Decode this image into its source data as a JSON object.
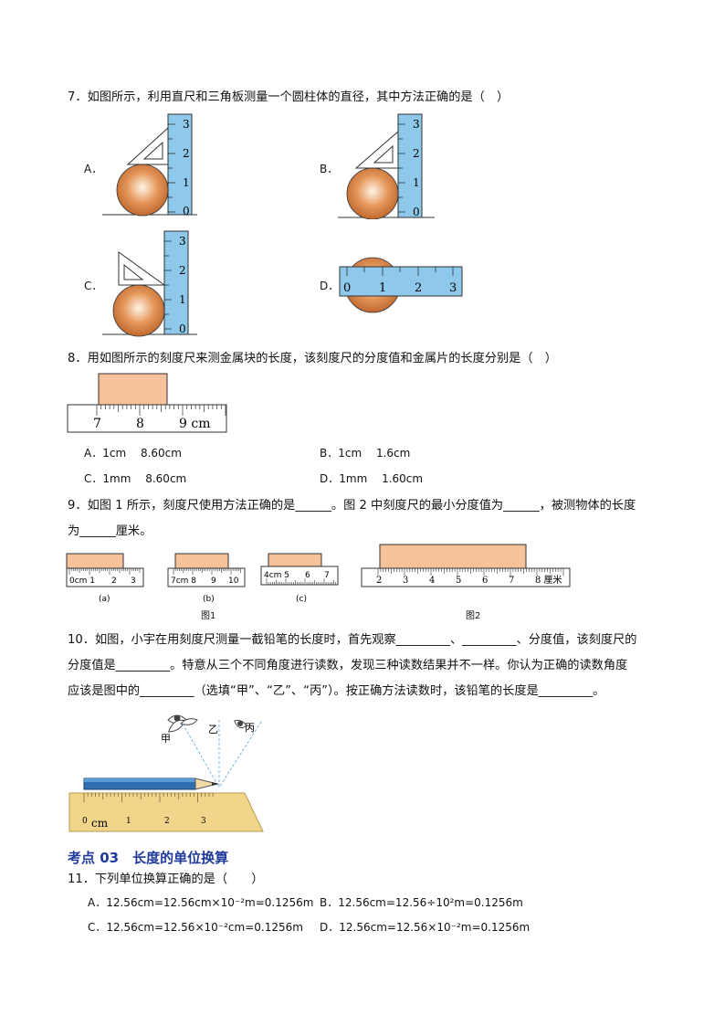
{
  "q7": {
    "stem": "7．如图所示，利用直尺和三角板测量一个圆柱体的直径，其中方法正确的是（　）",
    "options": [
      "A．",
      "B．",
      "C．",
      "D．"
    ],
    "ruler_ticks": [
      "3",
      "2",
      "1",
      "0"
    ],
    "ruler_d_ticks": [
      "0",
      "1",
      "2",
      "3"
    ]
  },
  "q8": {
    "stem": "8．用如图所示的刻度尺来测金属块的长度，该刻度尺的分度值和金属片的长度分别是（　）",
    "ruler_ticks": [
      "7",
      "8",
      "9 cm"
    ],
    "options": [
      {
        "label": "A．",
        "text": "1cm　 8.60cm"
      },
      {
        "label": "B．",
        "text": "1cm　 1.6cm"
      },
      {
        "label": "C．",
        "text": "1mm　 8.60cm"
      },
      {
        "label": "D．",
        "text": "1mm　 1.60cm"
      }
    ]
  },
  "q9": {
    "line1": "9．如图 1 所示，刻度尺使用方法正确的是______。图 2 中刻度尺的最小分度值为______，被测物体的长度",
    "line2": "为______厘米。",
    "fig_a_ticks": [
      "0cm 1",
      "2",
      "3"
    ],
    "fig_b_ticks": [
      "7cm 8",
      "9",
      "10"
    ],
    "fig_c_ticks": [
      "4cm 5",
      "6",
      "7"
    ],
    "fig2_ticks": [
      "2",
      "3",
      "4",
      "5",
      "6",
      "7",
      "8 厘米"
    ],
    "cap_a": "(a)",
    "cap_b": "(b)",
    "cap_c": "(c)",
    "fig1": "图1",
    "fig2": "图2"
  },
  "q10": {
    "line1": "10．如图，小宇在用刻度尺测量一截铅笔的长度时，首先观察_________、_________、分度值，该刻度尺的",
    "line2": "分度值是_________。特意从三个不同角度进行读数，发现三种读数结果并不一样。你认为正确的读数角度",
    "line3": "应该是图中的_________（选填“甲”、“乙”、“丙”）。按正确方法读数时，该铅笔的长度是_________。",
    "eye_labels": [
      "甲",
      "乙",
      "丙"
    ],
    "ruler_ticks": [
      "0",
      "cm",
      "1",
      "2",
      "3"
    ]
  },
  "section": {
    "title": "考点 03　长度的单位换算"
  },
  "q11": {
    "stem": "11．下列单位换算正确的是（　　）",
    "options": [
      {
        "label": "A．",
        "text": "12.56cm=12.56cm×10⁻²m=0.1256m"
      },
      {
        "label": "B．",
        "text": "12.56cm=12.56÷10²m=0.1256m"
      },
      {
        "label": "C．",
        "text": "12.56cm=12.56×10⁻²cm=0.1256m"
      },
      {
        "label": "D．",
        "text": "12.56cm=12.56×10⁻²m=0.1256m"
      }
    ]
  },
  "colors": {
    "ruler_blue": "#8ec8ea",
    "ball": "#e08a4a",
    "block": "#f6c29a",
    "section": "#1f3a9a"
  }
}
